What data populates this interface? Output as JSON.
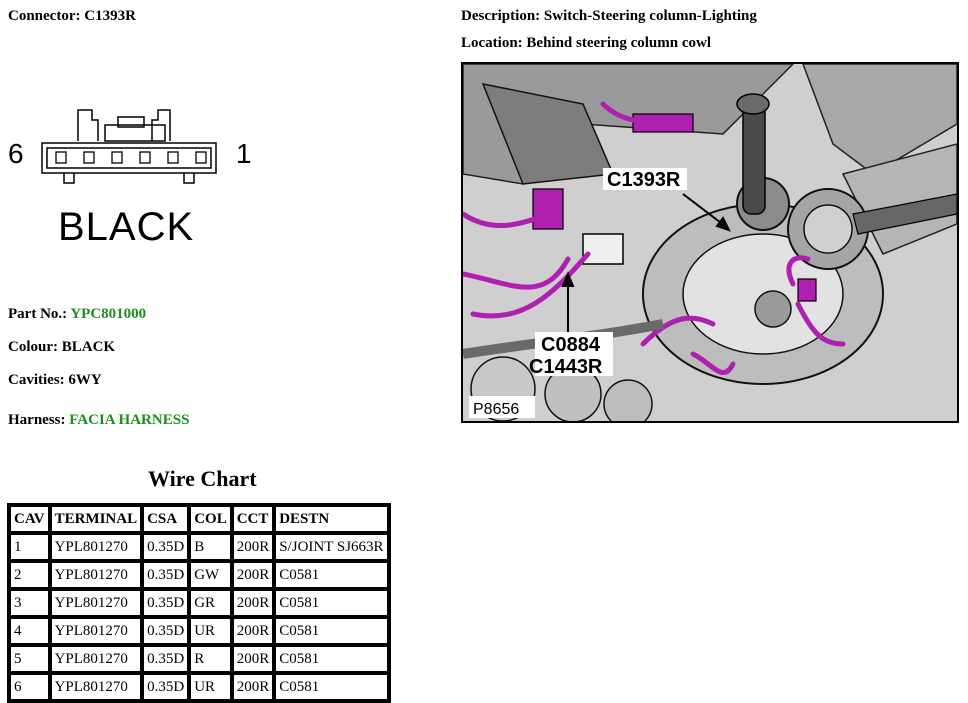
{
  "connector_label": "Connector: C1393R",
  "description": "Description: Switch-Steering column-Lighting",
  "location": "Location: Behind steering column cowl",
  "connector_diagram": {
    "pin_left": "6",
    "pin_right": "1",
    "color_text": "BLACK"
  },
  "part_no": {
    "label": "Part No.: ",
    "value": "YPC801000"
  },
  "colour": "Colour: BLACK",
  "cavities": "Cavities: 6WY",
  "harness": {
    "label": "Harness: ",
    "value": "FACIA HARNESS"
  },
  "photo": {
    "callout_top": "C1393R",
    "callout_bottom_1": "C0884",
    "callout_bottom_2": "C1443R",
    "ref": "P8656"
  },
  "wire_chart": {
    "title": "Wire Chart",
    "headers": [
      "CAV",
      "TERMINAL",
      "CSA",
      "COL",
      "CCT",
      "DESTN"
    ],
    "rows": [
      [
        "1",
        "YPL801270",
        "0.35D",
        "B",
        "200R",
        "S/JOINT SJ663R"
      ],
      [
        "2",
        "YPL801270",
        "0.35D",
        "GW",
        "200R",
        "C0581"
      ],
      [
        "3",
        "YPL801270",
        "0.35D",
        "GR",
        "200R",
        "C0581"
      ],
      [
        "4",
        "YPL801270",
        "0.35D",
        "UR",
        "200R",
        "C0581"
      ],
      [
        "5",
        "YPL801270",
        "0.35D",
        "R",
        "200R",
        "C0581"
      ],
      [
        "6",
        "YPL801270",
        "0.35D",
        "UR",
        "200R",
        "C0581"
      ]
    ]
  },
  "colors": {
    "harness_green": "#1a8f1a",
    "wire_magenta": "#b020b0"
  }
}
